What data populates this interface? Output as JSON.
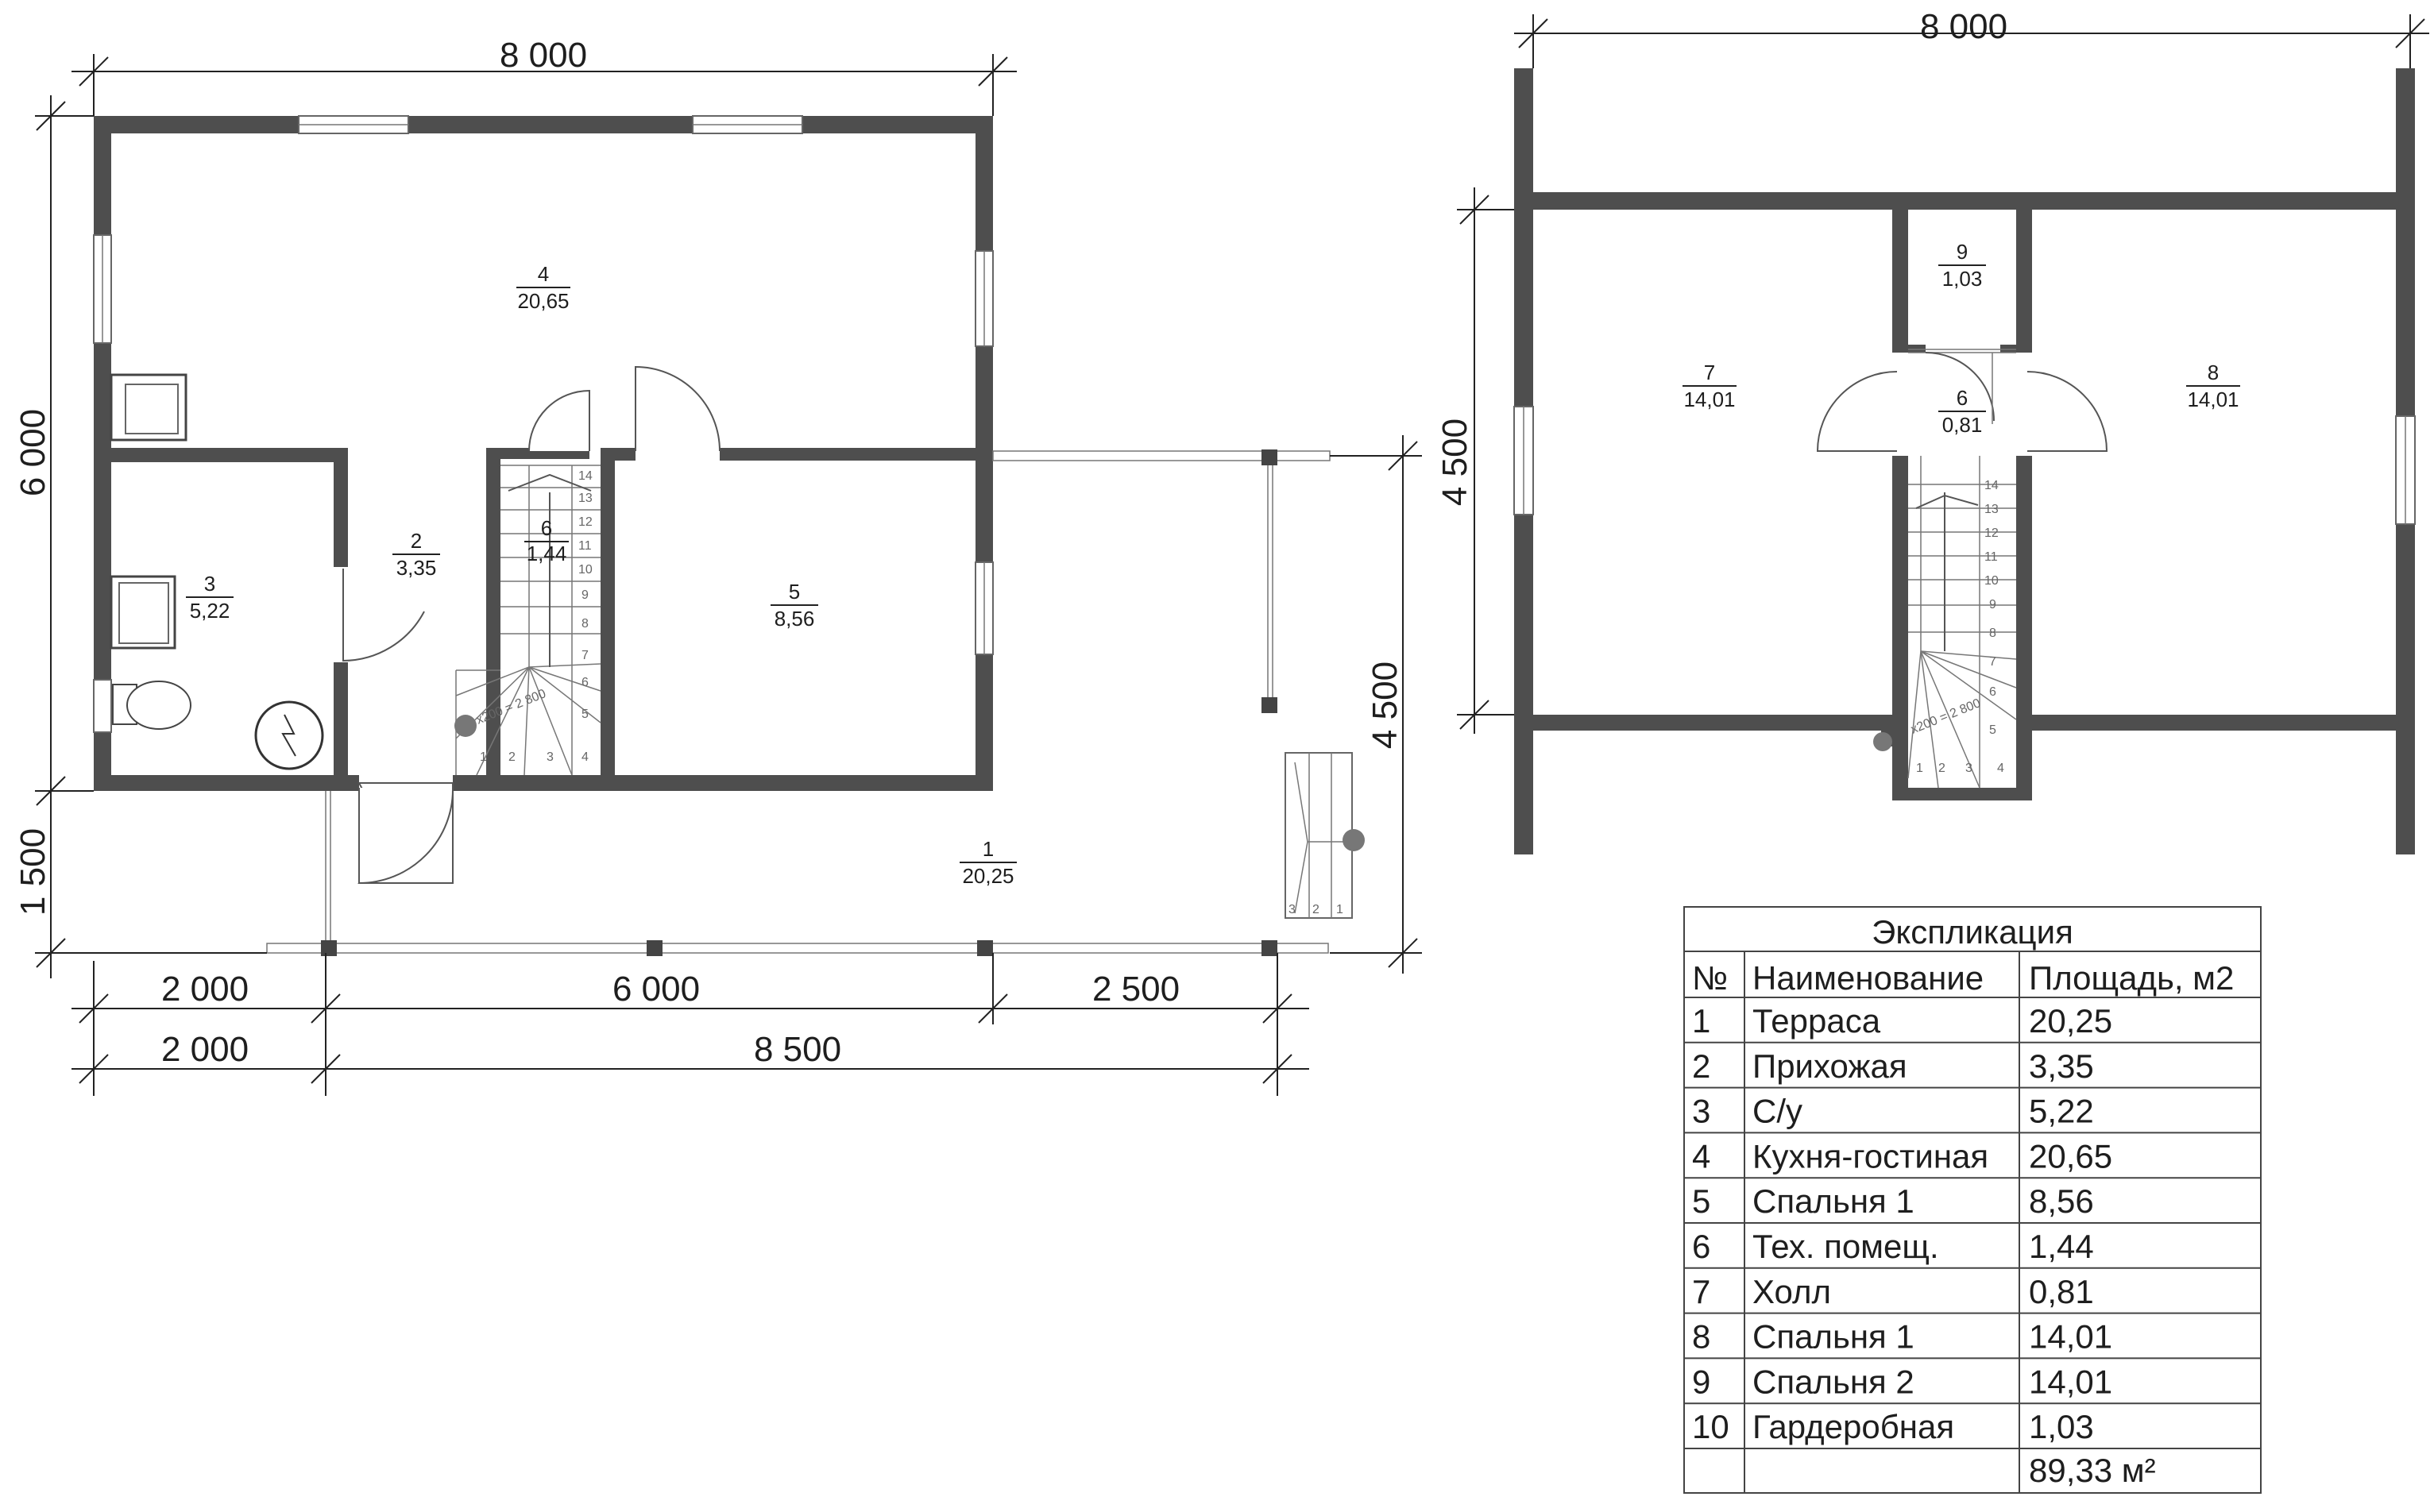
{
  "dimensions": {
    "left_top_width": "8 000",
    "left_height": "6 000",
    "left_terrace_depth": "1 500",
    "left_terrace_height": "4 500",
    "bottom_row1": [
      "2 000",
      "6 000",
      "2 500"
    ],
    "bottom_row2": [
      "2 000",
      "8 500"
    ],
    "right_top_width": "8 000",
    "right_height": "4 500"
  },
  "rooms_floor1": [
    {
      "num": "4",
      "area": "20,65"
    },
    {
      "num": "2",
      "area": "3,35"
    },
    {
      "num": "3",
      "area": "5,22"
    },
    {
      "num": "6",
      "area": "1,44"
    },
    {
      "num": "5",
      "area": "8,56"
    },
    {
      "num": "1",
      "area": "20,25"
    }
  ],
  "rooms_floor2": [
    {
      "num": "9",
      "area": "1,03"
    },
    {
      "num": "7",
      "area": "14,01"
    },
    {
      "num": "6",
      "area": "0,81"
    },
    {
      "num": "8",
      "area": "14,01"
    }
  ],
  "stairs": {
    "steps": [
      "14",
      "13",
      "12",
      "11",
      "10",
      "9",
      "8",
      "7",
      "6",
      "5",
      "4",
      "3",
      "2",
      "1"
    ],
    "note": "x200 = 2 800",
    "porch_steps": [
      "3",
      "2",
      "1"
    ]
  },
  "table": {
    "title": "Экспликация",
    "headers": [
      "№",
      "Наименование",
      "Площадь, м2"
    ],
    "rows": [
      [
        "1",
        "Терраса",
        "20,25"
      ],
      [
        "2",
        "Прихожая",
        "3,35"
      ],
      [
        "3",
        "С/у",
        "5,22"
      ],
      [
        "4",
        "Кухня-гостиная",
        "20,65"
      ],
      [
        "5",
        "Спальня 1",
        "8,56"
      ],
      [
        "6",
        "Тех. помещ.",
        "1,44"
      ],
      [
        "7",
        "Холл",
        "0,81"
      ],
      [
        "8",
        "Спальня 1",
        "14,01"
      ],
      [
        "9",
        "Спальня 2",
        "14,01"
      ],
      [
        "10",
        "Гардеробная",
        "1,03"
      ]
    ],
    "total": "89,33 м²"
  }
}
